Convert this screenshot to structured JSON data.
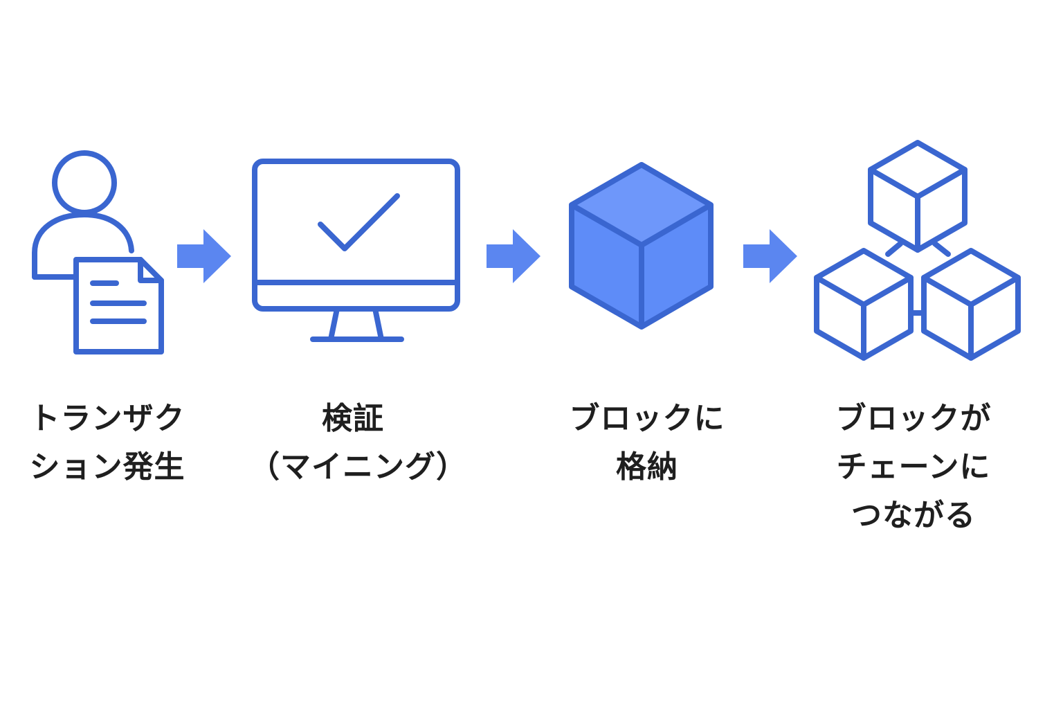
{
  "colors": {
    "stroke": "#3a66d0",
    "arrow": "#5b86f0",
    "cube_fill": "#5e8cf8",
    "text": "#1f1f1f",
    "background": "#ffffff"
  },
  "steps": [
    {
      "icon": "user-document-icon",
      "lines": [
        "トランザク",
        "ション発生"
      ]
    },
    {
      "icon": "monitor-check-icon",
      "lines": [
        "検証",
        "（マイニング）"
      ]
    },
    {
      "icon": "cube-icon",
      "lines": [
        "ブロックに",
        "格納"
      ]
    },
    {
      "icon": "linked-cubes-icon",
      "lines": [
        "ブロックが",
        "チェーンに",
        "つながる"
      ]
    }
  ]
}
